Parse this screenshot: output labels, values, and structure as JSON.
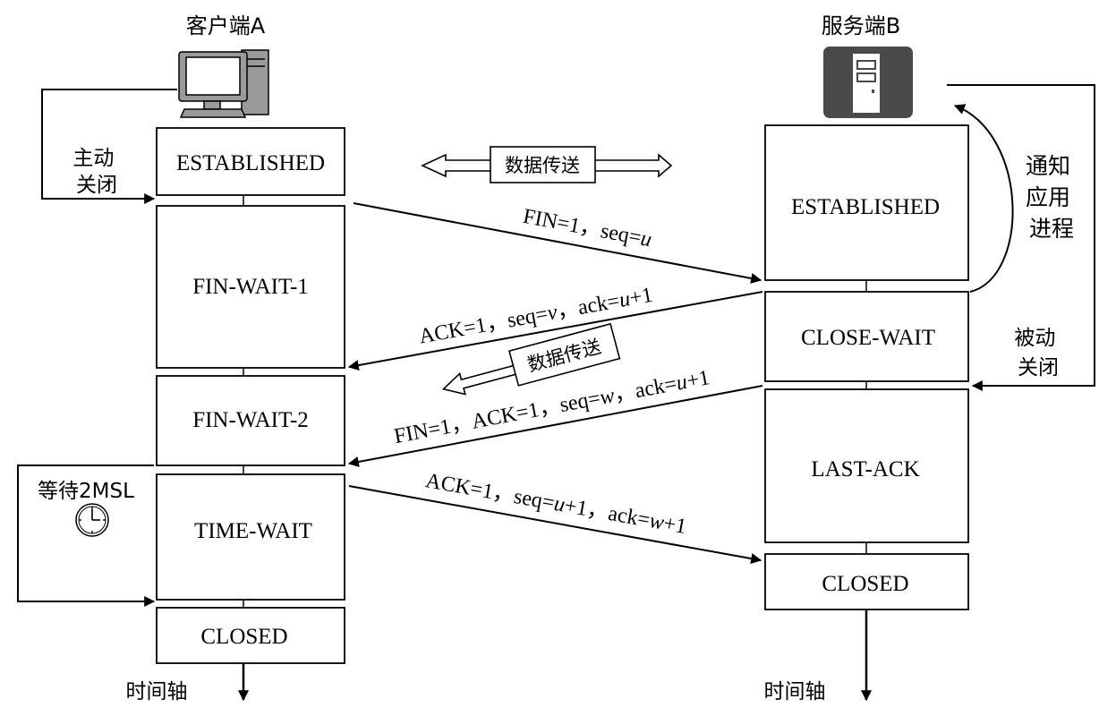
{
  "client": {
    "title": "客户端A",
    "active_close": "主动\n关闭",
    "wait_2msl": "等待2MSL",
    "timeline": "时间轴",
    "states": [
      "ESTABLISHED",
      "FIN-WAIT-1",
      "FIN-WAIT-2",
      "TIME-WAIT",
      "CLOSED"
    ]
  },
  "server": {
    "title": "服务端B",
    "notify_app": "通知\n应用\n进程",
    "passive_close": "被动\n关闭",
    "timeline": "时间轴",
    "states": [
      "ESTABLISHED",
      "CLOSE-WAIT",
      "LAST-ACK",
      "CLOSED"
    ]
  },
  "data_transfer": {
    "bidirectional": "数据传送",
    "one_way": "数据传送"
  },
  "messages": [
    [
      {
        "t": "FIN=1，seq="
      },
      {
        "t": "u",
        "i": true
      }
    ],
    [
      {
        "t": "ACK=1，seq="
      },
      {
        "t": "v",
        "i": true
      },
      {
        "t": "，ack="
      },
      {
        "t": "u",
        "i": true
      },
      {
        "t": "+1"
      }
    ],
    [
      {
        "t": "FIN=1，ACK=1，seq="
      },
      {
        "t": "w",
        "i": true
      },
      {
        "t": "，ack="
      },
      {
        "t": "u",
        "i": true
      },
      {
        "t": "+1"
      }
    ],
    [
      {
        "t": "ACK=1，seq="
      },
      {
        "t": "u",
        "i": true
      },
      {
        "t": "+1，ack="
      },
      {
        "t": "w",
        "i": true
      },
      {
        "t": "+1"
      }
    ]
  ],
  "colors": {
    "line": "#000000",
    "server_icon": "#4a4a4a",
    "computer_body": "#9a9a9a"
  }
}
